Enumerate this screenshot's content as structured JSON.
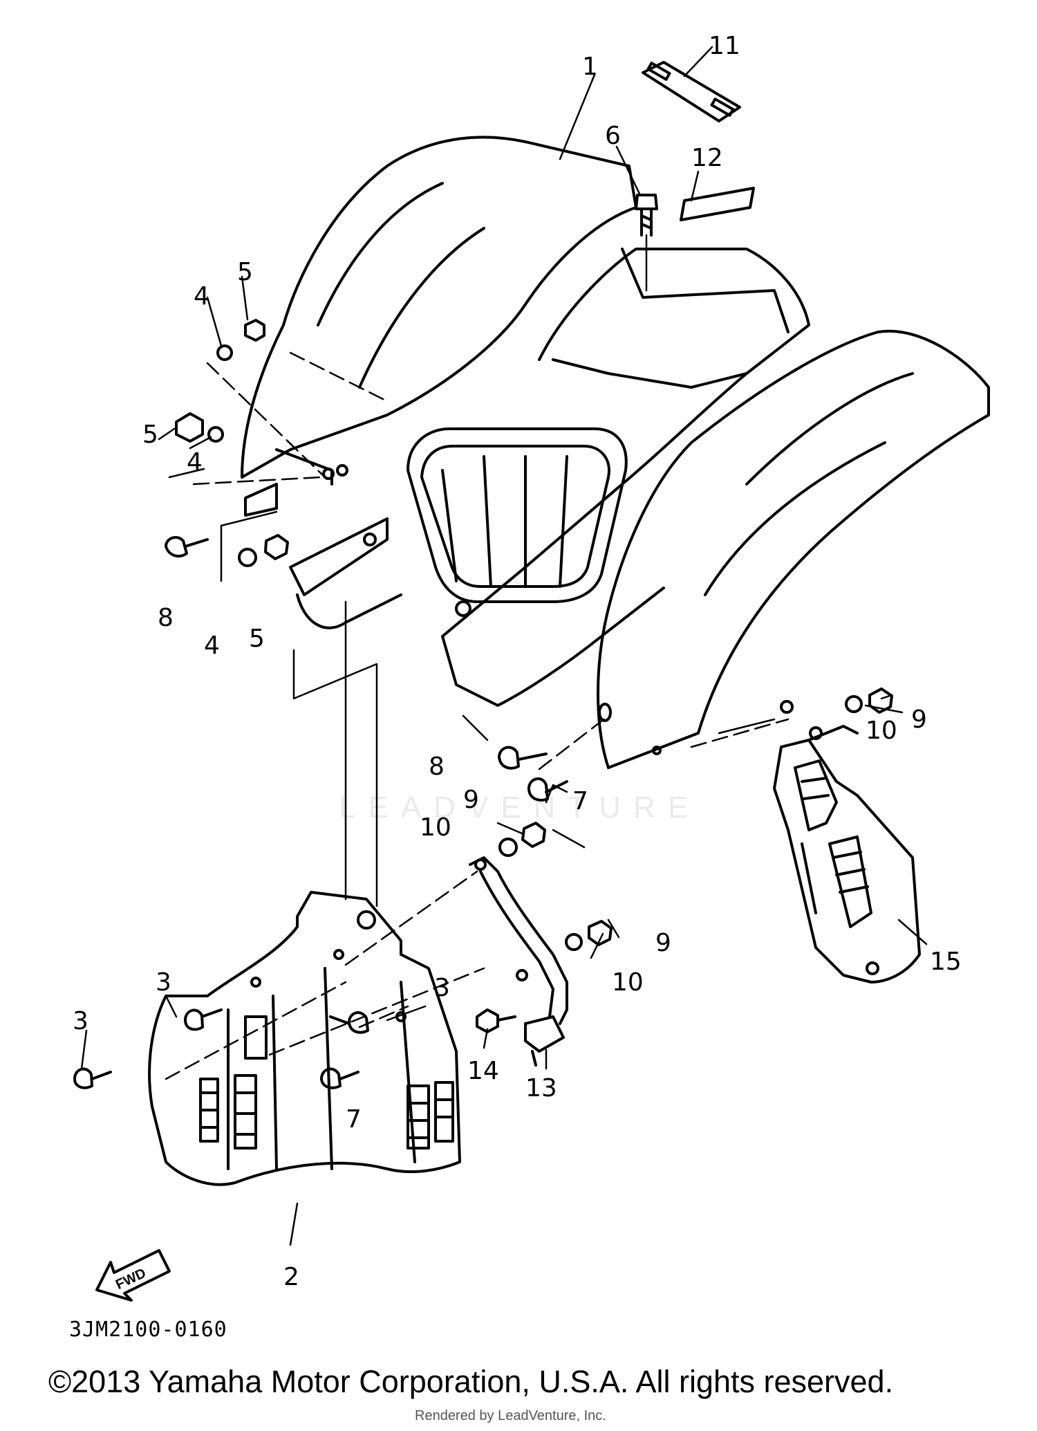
{
  "diagram": {
    "code": "3JM2100-0160",
    "fwd_label": "FWD",
    "watermark": "LEADVENTURE",
    "callouts": [
      "1",
      "2",
      "3",
      "3",
      "3",
      "4",
      "4",
      "4",
      "5",
      "5",
      "5",
      "6",
      "7",
      "7",
      "8",
      "8",
      "9",
      "9",
      "9",
      "10",
      "10",
      "10",
      "11",
      "12",
      "13",
      "14",
      "15"
    ]
  },
  "footer": {
    "copyright": "©2013 Yamaha Motor Corporation, U.S.A. All rights reserved.",
    "rendered_by": "Rendered by LeadVenture, Inc."
  }
}
